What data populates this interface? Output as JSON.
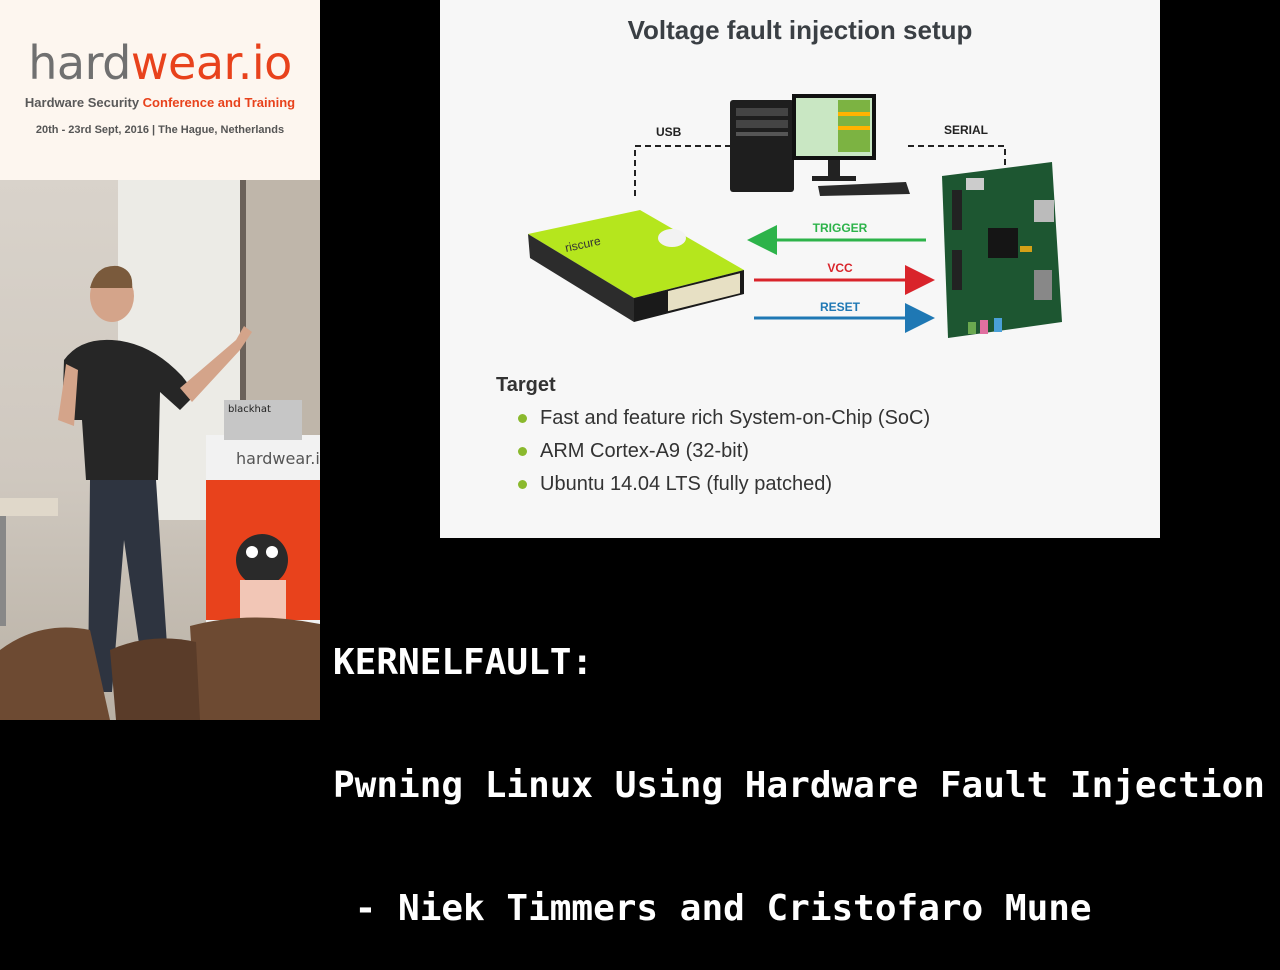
{
  "logo": {
    "word_part1": "hard",
    "word_part2": "wear.io",
    "tagline_part1": "Hardware Security ",
    "tagline_part2": "Conference and Training",
    "date_line": "20th - 23rd Sept, 2016 | The Hague, Netherlands"
  },
  "photo": {
    "banner_text": "hardwear.io",
    "laptop_sticker": "blackhat"
  },
  "slide": {
    "title": "Voltage fault injection setup",
    "diagram": {
      "usb_label": "USB",
      "serial_label": "SERIAL",
      "device_brand": "riscure",
      "signals": [
        {
          "label": "TRIGGER",
          "color": "#2db34a",
          "direction": "left"
        },
        {
          "label": "VCC",
          "color": "#d9242b",
          "direction": "right"
        },
        {
          "label": "RESET",
          "color": "#1f78b4",
          "direction": "right"
        }
      ]
    },
    "target_heading": "Target",
    "bullets": [
      "Fast and feature rich System-on-Chip (SoC)",
      "ARM Cortex-A9 (32-bit)",
      "Ubuntu 14.04 LTS (fully patched)"
    ]
  },
  "caption": {
    "line1": "KERNELFAULT:",
    "line2": "Pwning Linux Using Hardware Fault Injection",
    "line3": " - Niek Timmers and Cristofaro Mune"
  }
}
